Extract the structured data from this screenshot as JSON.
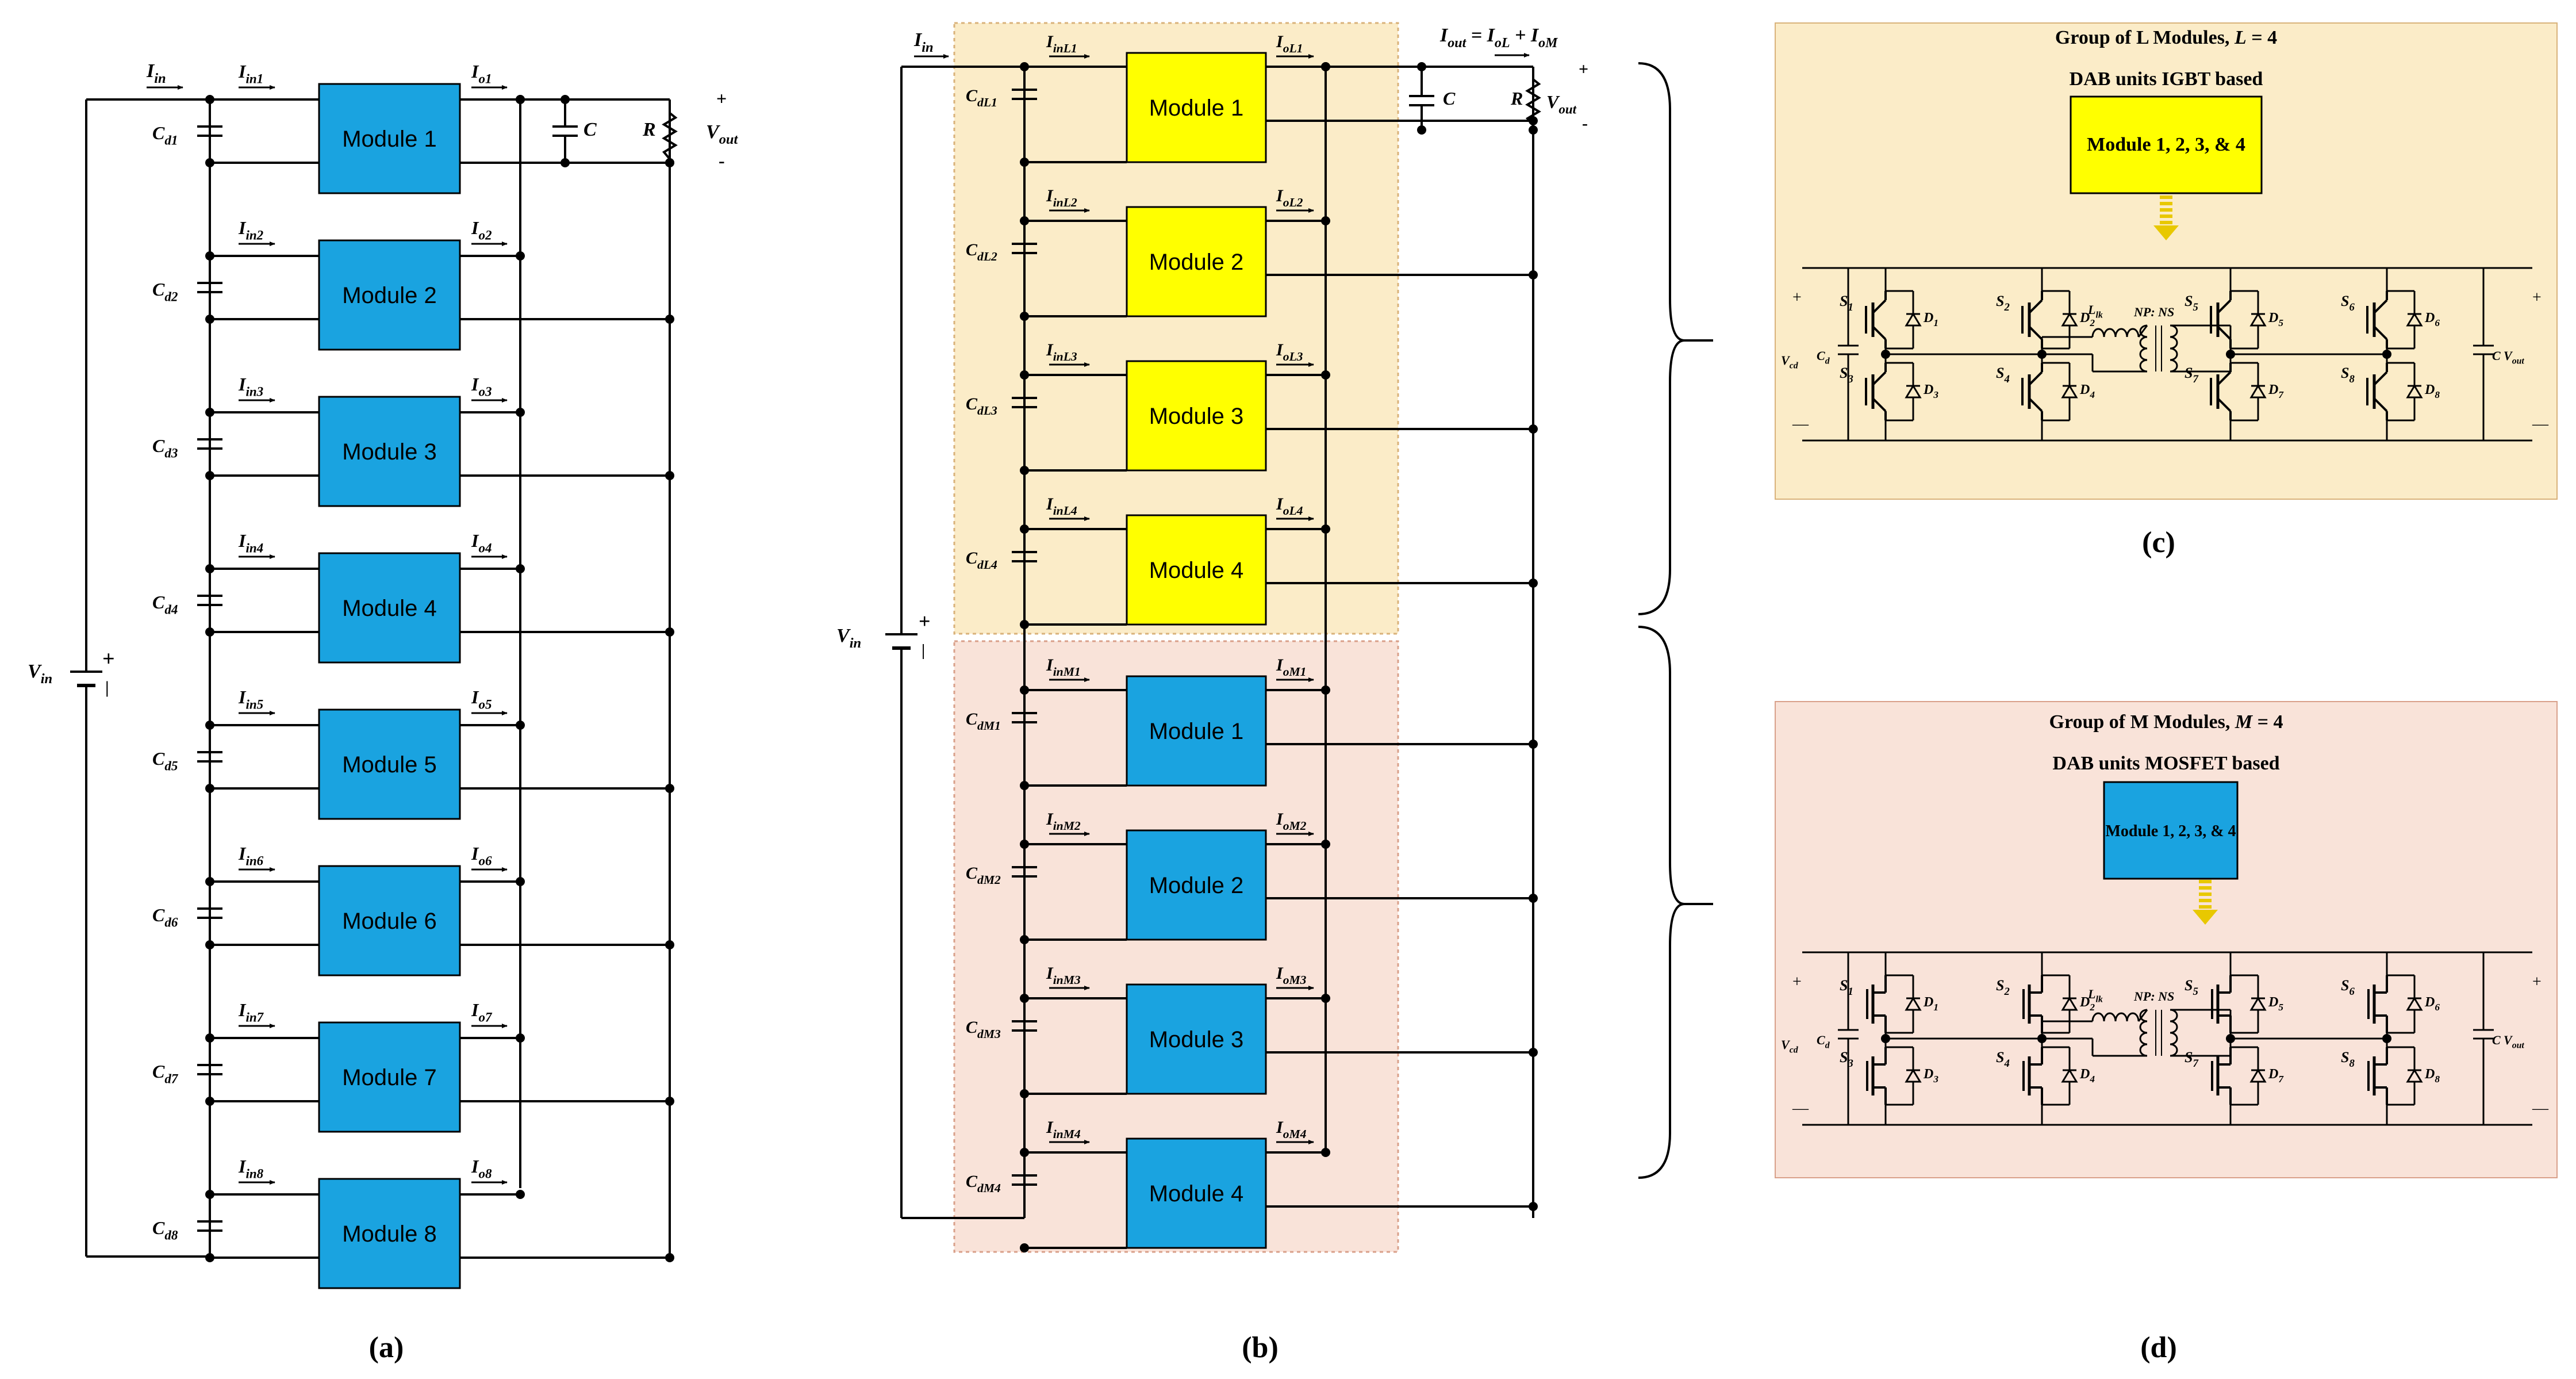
{
  "panel_a": {
    "caption": "(a)",
    "current_in": "I",
    "current_in_sub": "in",
    "voltage_in": "V",
    "voltage_in_sub": "in",
    "cap_out": "C",
    "res_out": "R",
    "vout": "V",
    "vout_sub": "out",
    "plus": "+",
    "minus": "-",
    "modules": [
      {
        "name": "Module 1",
        "iin": "in1",
        "io": "o1",
        "cap": "d1"
      },
      {
        "name": "Module 2",
        "iin": "in2",
        "io": "o2",
        "cap": "d2"
      },
      {
        "name": "Module 3",
        "iin": "in3",
        "io": "o3",
        "cap": "d3"
      },
      {
        "name": "Module 4",
        "iin": "in4",
        "io": "o4",
        "cap": "d4"
      },
      {
        "name": "Module 5",
        "iin": "in5",
        "io": "o5",
        "cap": "d5"
      },
      {
        "name": "Module 6",
        "iin": "in6",
        "io": "o6",
        "cap": "d6"
      },
      {
        "name": "Module 7",
        "iin": "in7",
        "io": "o7",
        "cap": "d7"
      },
      {
        "name": "Module 8",
        "iin": "in8",
        "io": "o8",
        "cap": "d8"
      }
    ]
  },
  "panel_b": {
    "caption": "(b)",
    "iout_eq": "= I",
    "iout_oL": "oL",
    "iout_plus": "+ I",
    "iout_oM": "oM",
    "modules_L": [
      {
        "name": "Module 1",
        "iin": "inL1",
        "io": "oL1",
        "cap": "dL1"
      },
      {
        "name": "Module 2",
        "iin": "inL2",
        "io": "oL2",
        "cap": "dL2"
      },
      {
        "name": "Module 3",
        "iin": "inL3",
        "io": "oL3",
        "cap": "dL3"
      },
      {
        "name": "Module 4",
        "iin": "inL4",
        "io": "oL4",
        "cap": "dL4"
      }
    ],
    "modules_M": [
      {
        "name": "Module 1",
        "iin": "inM1",
        "io": "oM1",
        "cap": "dM1"
      },
      {
        "name": "Module 2",
        "iin": "inM2",
        "io": "oM2",
        "cap": "dM2"
      },
      {
        "name": "Module 3",
        "iin": "inM3",
        "io": "oM3",
        "cap": "dM3"
      },
      {
        "name": "Module 4",
        "iin": "inM4",
        "io": "oM4",
        "cap": "dM4"
      }
    ]
  },
  "panel_c": {
    "caption": "(c)",
    "title_pre": "Group of L Modules, ",
    "title_var": "L",
    "title_val": " = 4",
    "subtitle": "DAB units IGBT based",
    "module_label": "Module 1, 2, 3, & 4"
  },
  "panel_d": {
    "caption": "(d)",
    "title_pre": "Group of M Modules, ",
    "title_var": "M",
    "title_val": " = 4",
    "subtitle": "DAB units MOSFET based",
    "module_label": "Module 1, 2, 3, & 4"
  },
  "dab": {
    "switches": [
      "1",
      "2",
      "3",
      "4",
      "5",
      "6",
      "7",
      "8"
    ],
    "diodes": [
      "1",
      "2",
      "3",
      "4",
      "5",
      "6",
      "7",
      "8"
    ],
    "lk": "lk",
    "np": "P",
    "ns": "S",
    "vcd": "cd",
    "cd": "d",
    "cap": "C",
    "vout": "out"
  },
  "colors": {
    "blue_module": "#1aa3e0",
    "yellow_module": "#ffff00",
    "l_group_bg": "#fbecc8",
    "m_group_bg": "#f9e3d9",
    "wire": "#000000",
    "arrow_yellow": "#f0e000"
  }
}
